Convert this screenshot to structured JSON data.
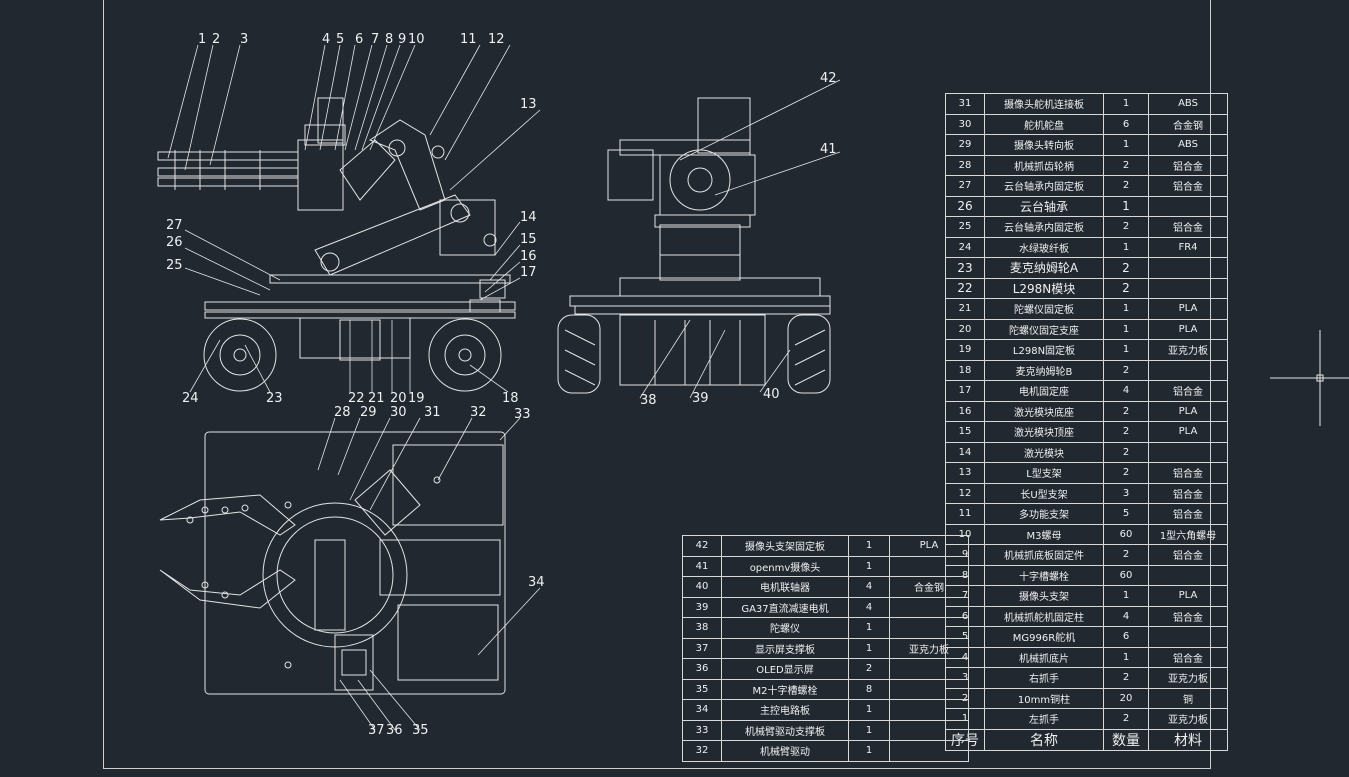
{
  "parts_right": [
    {
      "no": "31",
      "name": "摄像头舵机连接板",
      "qty": "1",
      "material": "ABS"
    },
    {
      "no": "30",
      "name": "舵机舵盘",
      "qty": "6",
      "material": "合金钢"
    },
    {
      "no": "29",
      "name": "摄像头转向板",
      "qty": "1",
      "material": "ABS"
    },
    {
      "no": "28",
      "name": "机械抓齿轮柄",
      "qty": "2",
      "material": "铝合金"
    },
    {
      "no": "27",
      "name": "云台轴承内固定板",
      "qty": "2",
      "material": "铝合金"
    },
    {
      "no": "26",
      "name": "云台轴承",
      "qty": "1",
      "material": ""
    },
    {
      "no": "25",
      "name": "云台轴承内固定板",
      "qty": "2",
      "material": "铝合金"
    },
    {
      "no": "24",
      "name": "水绿玻纤板",
      "qty": "1",
      "material": "FR4"
    },
    {
      "no": "23",
      "name": "麦克纳姆轮A",
      "qty": "2",
      "material": ""
    },
    {
      "no": "22",
      "name": "L298N模块",
      "qty": "2",
      "material": ""
    },
    {
      "no": "21",
      "name": "陀螺仪固定板",
      "qty": "1",
      "material": "PLA"
    },
    {
      "no": "20",
      "name": "陀螺仪固定支座",
      "qty": "1",
      "material": "PLA"
    },
    {
      "no": "19",
      "name": "L298N固定板",
      "qty": "1",
      "material": "亚克力板"
    },
    {
      "no": "18",
      "name": "麦克纳姆轮B",
      "qty": "2",
      "material": ""
    },
    {
      "no": "17",
      "name": "电机固定座",
      "qty": "4",
      "material": "铝合金"
    },
    {
      "no": "16",
      "name": "激光模块底座",
      "qty": "2",
      "material": "PLA"
    },
    {
      "no": "15",
      "name": "激光模块顶座",
      "qty": "2",
      "material": "PLA"
    },
    {
      "no": "14",
      "name": "激光模块",
      "qty": "2",
      "material": ""
    },
    {
      "no": "13",
      "name": "L型支架",
      "qty": "2",
      "material": "铝合金"
    },
    {
      "no": "12",
      "name": "长U型支架",
      "qty": "3",
      "material": "铝合金"
    },
    {
      "no": "11",
      "name": "多功能支架",
      "qty": "5",
      "material": "铝合金"
    },
    {
      "no": "10",
      "name": "M3螺母",
      "qty": "60",
      "material": "1型六角螺母"
    },
    {
      "no": "9",
      "name": "机械抓底板固定件",
      "qty": "2",
      "material": "铝合金"
    },
    {
      "no": "8",
      "name": "十字槽螺栓",
      "qty": "60",
      "material": ""
    },
    {
      "no": "7",
      "name": "摄像头支架",
      "qty": "1",
      "material": "PLA"
    },
    {
      "no": "6",
      "name": "机械抓舵机固定柱",
      "qty": "4",
      "material": "铝合金"
    },
    {
      "no": "5",
      "name": "MG996R舵机",
      "qty": "6",
      "material": ""
    },
    {
      "no": "4",
      "name": "机械抓底片",
      "qty": "1",
      "material": "铝合金"
    },
    {
      "no": "3",
      "name": "右抓手",
      "qty": "2",
      "material": "亚克力板"
    },
    {
      "no": "2",
      "name": "10mm铜柱",
      "qty": "20",
      "material": "铜"
    },
    {
      "no": "1",
      "name": "左抓手",
      "qty": "2",
      "material": "亚克力板"
    }
  ],
  "header": {
    "no": "序号",
    "name": "名称",
    "qty": "数量",
    "material": "材料"
  },
  "parts_left": [
    {
      "no": "42",
      "name": "摄像头支架固定板",
      "qty": "1",
      "material": "PLA"
    },
    {
      "no": "41",
      "name": "openmv摄像头",
      "qty": "1",
      "material": ""
    },
    {
      "no": "40",
      "name": "电机联轴器",
      "qty": "4",
      "material": "合金钢"
    },
    {
      "no": "39",
      "name": "GA37直流减速电机",
      "qty": "4",
      "material": ""
    },
    {
      "no": "38",
      "name": "陀螺仪",
      "qty": "1",
      "material": ""
    },
    {
      "no": "37",
      "name": "显示屏支撑板",
      "qty": "1",
      "material": "亚克力板"
    },
    {
      "no": "36",
      "name": "OLED显示屏",
      "qty": "2",
      "material": ""
    },
    {
      "no": "35",
      "name": "M2十字槽螺栓",
      "qty": "8",
      "material": ""
    },
    {
      "no": "34",
      "name": "主控电路板",
      "qty": "1",
      "material": ""
    },
    {
      "no": "33",
      "name": "机械臂驱动支撑板",
      "qty": "1",
      "material": ""
    },
    {
      "no": "32",
      "name": "机械臂驱动",
      "qty": "1",
      "material": ""
    }
  ],
  "callouts": [
    "1",
    "2",
    "3",
    "4",
    "5",
    "6",
    "7",
    "8",
    "9",
    "10",
    "11",
    "12",
    "13",
    "14",
    "15",
    "16",
    "17",
    "18",
    "19",
    "20",
    "21",
    "22",
    "23",
    "24",
    "25",
    "26",
    "27",
    "28",
    "29",
    "30",
    "31",
    "32",
    "33",
    "34",
    "35",
    "36",
    "37",
    "38",
    "39",
    "40",
    "41",
    "42"
  ],
  "colors": {
    "background": "#212830",
    "lines": "#e8e8e8",
    "frame": "#cfcfcf"
  }
}
